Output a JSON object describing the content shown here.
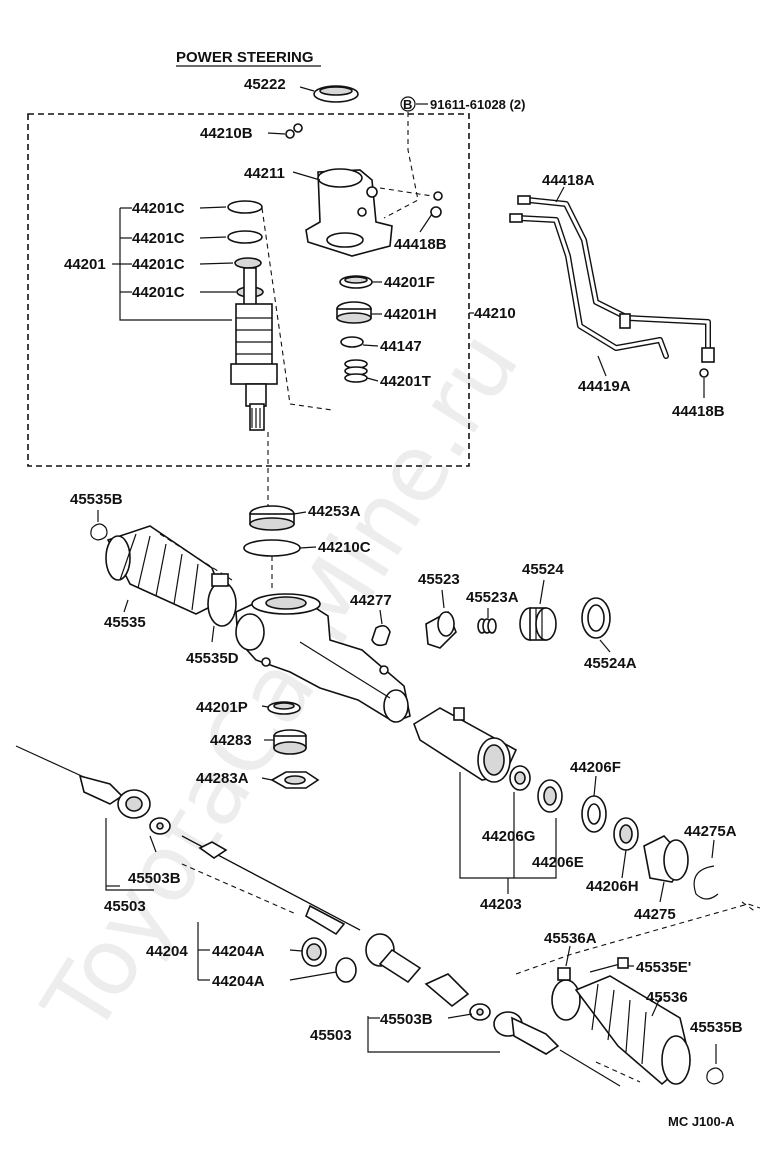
{
  "title": "POWER STEERING",
  "diagram_code": "MC J100-A",
  "watermark": "ToyotaCarMine.ru",
  "labels": {
    "p45222": "45222",
    "pB_circle": "B",
    "p91611": "91611-61028 (2)",
    "p44210B": "44210B",
    "p44211": "44211",
    "p44201C_1": "44201C",
    "p44201C_2": "44201C",
    "p44201C_3": "44201C",
    "p44201C_4": "44201C",
    "p44201": "44201",
    "p44418B_top": "44418B",
    "p44201F": "44201F",
    "p44201H": "44201H",
    "p44210": "44210",
    "p44147": "44147",
    "p44201T": "44201T",
    "p44418A": "44418A",
    "p44419A": "44419A",
    "p44418B_right": "44418B",
    "p45535B_top": "45535B",
    "p44253A": "44253A",
    "p44210C": "44210C",
    "p45535": "45535",
    "p45535D": "45535D",
    "p45523": "45523",
    "p45524": "45524",
    "p44277": "44277",
    "p45523A": "45523A",
    "p45524A": "45524A",
    "p44201P": "44201P",
    "p44283": "44283",
    "p44283A": "44283A",
    "p44206F": "44206F",
    "p44206G": "44206G",
    "p44206E": "44206E",
    "p44275A": "44275A",
    "p45503B_left": "45503B",
    "p45503_left": "45503",
    "p44206H": "44206H",
    "p44203": "44203",
    "p44275": "44275",
    "p44204": "44204",
    "p44204A_1": "44204A",
    "p44204A_2": "44204A",
    "p45536A": "45536A",
    "p45535E": "45535E'",
    "p45536": "45536",
    "p45503_bottom": "45503",
    "p45503B_bottom": "45503B",
    "p45535B_bottom": "45535B"
  }
}
